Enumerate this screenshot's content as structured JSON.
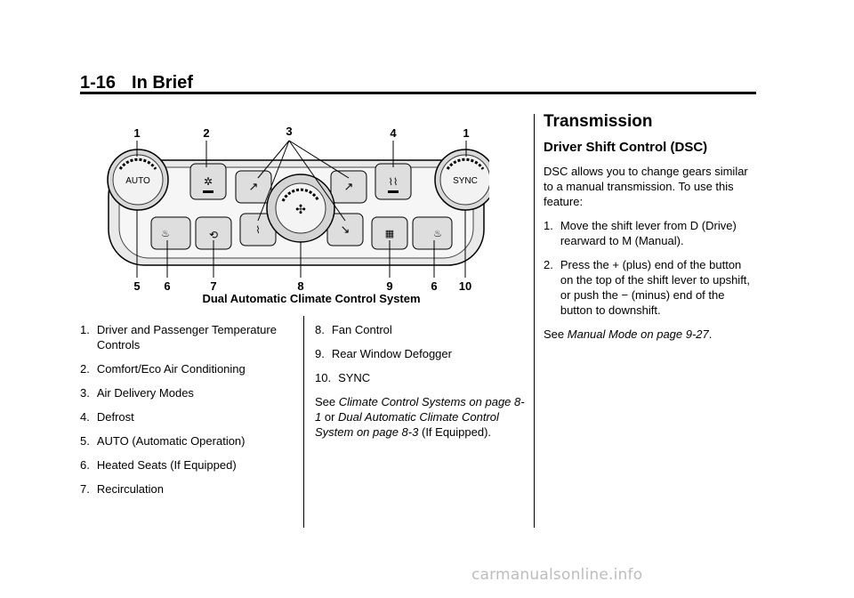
{
  "header": {
    "page_number": "1-16",
    "section": "In Brief"
  },
  "figure": {
    "top_callouts": [
      "1",
      "2",
      "3",
      "4",
      "1"
    ],
    "bottom_callouts": [
      "5",
      "6",
      "7",
      "8",
      "9",
      "6",
      "10"
    ],
    "knob_left_label": "AUTO",
    "knob_right_label": "SYNC",
    "caption": "Dual Automatic Climate Control System"
  },
  "legend_left": [
    {
      "num": "1.",
      "text": "Driver and Passenger Temperature Controls"
    },
    {
      "num": "2.",
      "text": "Comfort/Eco Air Conditioning"
    },
    {
      "num": "3.",
      "text": "Air Delivery Modes"
    },
    {
      "num": "4.",
      "text": "Defrost"
    },
    {
      "num": "5.",
      "text": "AUTO (Automatic Operation)"
    },
    {
      "num": "6.",
      "text": "Heated Seats (If Equipped)"
    },
    {
      "num": "7.",
      "text": "Recirculation"
    }
  ],
  "legend_right": [
    {
      "num": "8.",
      "text": "Fan Control"
    },
    {
      "num": "9.",
      "text": "Rear Window Defogger"
    },
    {
      "num": "10.",
      "text": "SYNC"
    }
  ],
  "see_climate": {
    "see": "See",
    "ref1": "Climate Control Systems on page 8-1",
    "or": "or",
    "ref2": "Dual Automatic Climate Control System on page 8-3",
    "tail": "(If Equipped)."
  },
  "transmission": {
    "title": "Transmission",
    "subtitle": "Driver Shift Control (DSC)",
    "intro": "DSC allows you to change gears similar to a manual transmission. To use this feature:",
    "steps": [
      {
        "num": "1.",
        "text": "Move the shift lever from D (Drive) rearward to M (Manual)."
      },
      {
        "num": "2.",
        "text": "Press the + (plus) end of the button on the top of the shift lever to upshift, or push the − (minus) end of the button to downshift."
      }
    ],
    "see": "See",
    "ref": "Manual Mode on page 9-27",
    "end": "."
  },
  "watermark": "carmanualsonline.info"
}
